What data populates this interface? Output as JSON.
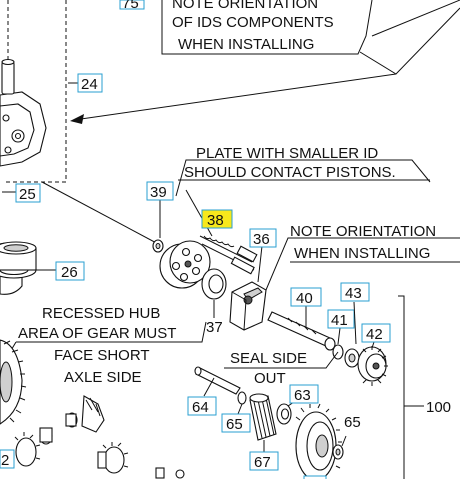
{
  "callouts": {
    "c75": "75",
    "c24": "24",
    "c25": "25",
    "c26": "26",
    "c39": "39",
    "c38": "38",
    "c36": "36",
    "c37": "37",
    "c40": "40",
    "c43": "43",
    "c41": "41",
    "c42": "42",
    "c63": "63",
    "c64": "64",
    "c65a": "65",
    "c65b": "65",
    "c67": "67",
    "c100": "100",
    "c2": "2"
  },
  "notes": {
    "ids_line1": "NOTE ORIENTATION",
    "ids_line2": "OF IDS COMPONENTS",
    "ids_line3": "WHEN INSTALLING",
    "plate_line1": "PLATE WITH SMALLER ID",
    "plate_line2": "SHOULD CONTACT PISTONS.",
    "orient_line1": "NOTE ORIENTATION",
    "orient_line2": "WHEN INSTALLING",
    "hub_line1": "RECESSED HUB",
    "hub_line2": "AREA OF GEAR MUST",
    "hub_line3": "FACE SHORT",
    "hub_line4": "AXLE SIDE",
    "seal_line1": "SEAL SIDE",
    "seal_line2": "OUT"
  },
  "colors": {
    "callout_border": "#2a9fd0",
    "highlight": "#f7e81c"
  }
}
